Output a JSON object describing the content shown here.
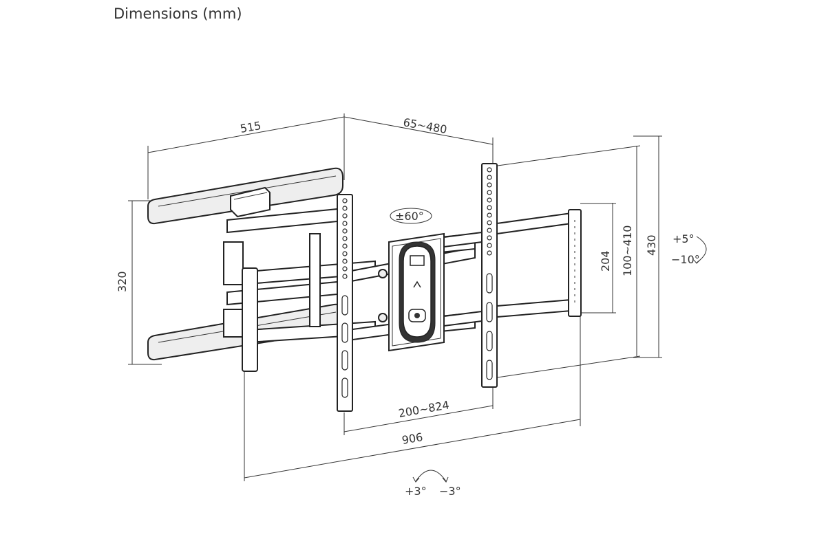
{
  "title": "Dimensions (mm)",
  "dimensions": {
    "arm_depth": "515",
    "wall_plate_width": "65~480",
    "wall_plate_height": "320",
    "vesa_horizontal": "200~824",
    "total_width": "906",
    "vesa_vertical_inner": "204",
    "vesa_vertical": "100~410",
    "total_height": "430"
  },
  "rotation": {
    "swivel": "±60°",
    "tilt_up": "+5°",
    "tilt_down": "−10°",
    "level_plus": "+3°",
    "level_minus": "−3°"
  }
}
